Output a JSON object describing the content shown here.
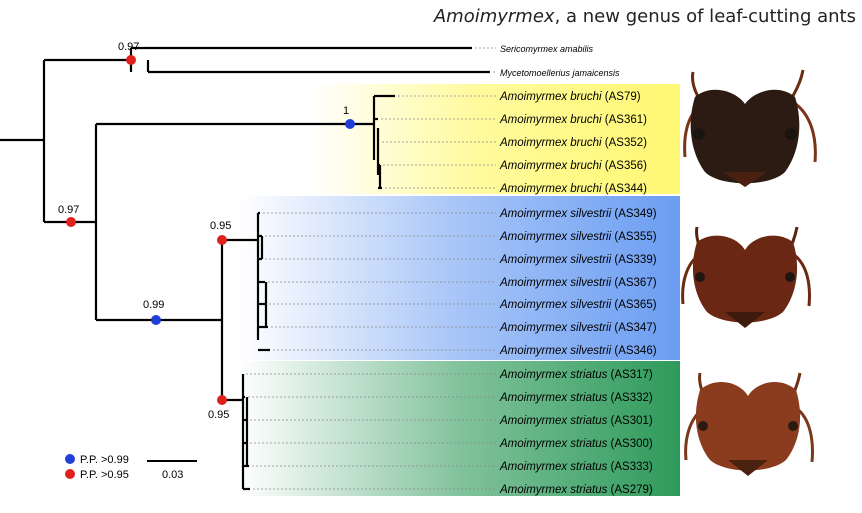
{
  "title": {
    "genus": "Amoimyrmex",
    "rest": ", a new genus of leaf-cutting ants"
  },
  "colors": {
    "branch": "#000000",
    "leader": "#888888",
    "pp099": "#1f3fd8",
    "pp095": "#e0201b",
    "bruchi_box": "#fff873",
    "silvestrii_box": "#6b9df2",
    "striatus_box": "#2e9a5a"
  },
  "taxa": [
    {
      "name": "Sericomyrmex amabilis",
      "id": ""
    },
    {
      "name": "Mycetomoellerius jamaicensis",
      "id": ""
    },
    {
      "name": "Amoimyrmex bruchi",
      "id": "(AS79)"
    },
    {
      "name": "Amoimyrmex bruchi",
      "id": "(AS361)"
    },
    {
      "name": "Amoimyrmex bruchi",
      "id": "(AS352)"
    },
    {
      "name": "Amoimyrmex bruchi",
      "id": "(AS356)"
    },
    {
      "name": "Amoimyrmex bruchi",
      "id": "(AS344)"
    },
    {
      "name": "Amoimyrmex silvestrii",
      "id": "(AS349)"
    },
    {
      "name": "Amoimyrmex silvestrii",
      "id": "(AS355)"
    },
    {
      "name": "Amoimyrmex silvestrii",
      "id": "(AS339)"
    },
    {
      "name": "Amoimyrmex silvestrii",
      "id": "(AS367)"
    },
    {
      "name": "Amoimyrmex silvestrii",
      "id": "(AS365)"
    },
    {
      "name": "Amoimyrmex silvestrii",
      "id": "(AS347)"
    },
    {
      "name": "Amoimyrmex silvestrii",
      "id": "(AS346)"
    },
    {
      "name": "Amoimyrmex striatus",
      "id": "(AS317)"
    },
    {
      "name": "Amoimyrmex striatus",
      "id": "(AS332)"
    },
    {
      "name": "Amoimyrmex striatus",
      "id": "(AS301)"
    },
    {
      "name": "Amoimyrmex striatus",
      "id": "(AS300)"
    },
    {
      "name": "Amoimyrmex striatus",
      "id": "(AS333)"
    },
    {
      "name": "Amoimyrmex striatus",
      "id": "(AS279)"
    }
  ],
  "support": [
    {
      "value": "0.97",
      "class": "pp095"
    },
    {
      "value": "0.97",
      "class": "pp095"
    },
    {
      "value": "1",
      "class": "pp099"
    },
    {
      "value": "0.99",
      "class": "pp099"
    },
    {
      "value": "0.95",
      "class": "pp095"
    },
    {
      "value": "0.95",
      "class": "pp095"
    }
  ],
  "legend": {
    "pp099": "P.P. >0.99",
    "pp095": "P.P. >0.95",
    "scale": "0.03"
  }
}
